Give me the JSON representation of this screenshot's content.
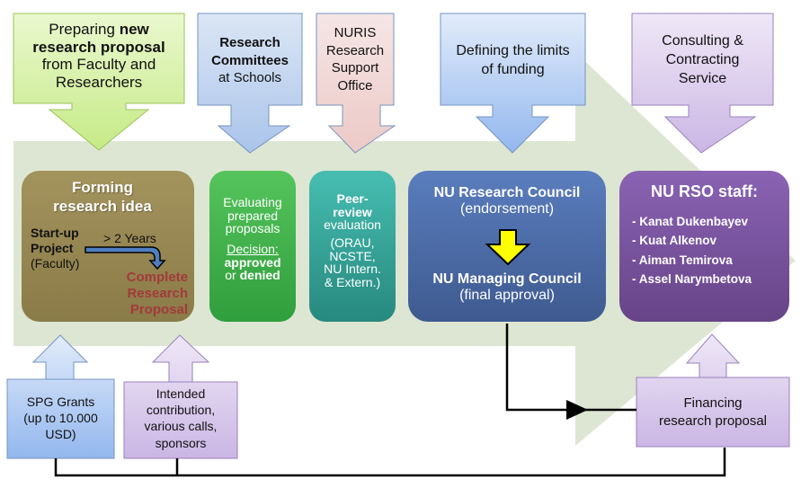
{
  "colors": {
    "main_arrow": "#dde6d2",
    "green_callout": "#d6f0a8",
    "blue_callout": "#c3d6ee",
    "pink_callout": "#f2d8d6",
    "purple_callout": "#ddd0ee",
    "forming_box": "#9a8a55",
    "evaluating_box": "#3fb24c",
    "peer_box": "#33a89e",
    "council_box": "#4a6aa8",
    "rso_box": "#7a55a0",
    "complete_text": "#a33a3a",
    "yellow_arrow": "#ffff00"
  },
  "top_callouts": [
    {
      "id": "preparing",
      "lines": [
        [
          "Preparing ",
          "new"
        ],
        [
          "research proposal"
        ],
        [
          "from Faculty and"
        ],
        [
          "Researchers"
        ]
      ]
    },
    {
      "id": "committees",
      "line1": "Research",
      "line2": "Committees",
      "line3": "at Schools"
    },
    {
      "id": "nuris",
      "lines": [
        "NURIS",
        "Research",
        "Support",
        "Office"
      ]
    },
    {
      "id": "funding",
      "lines": [
        "Defining the limits",
        "of funding"
      ]
    },
    {
      "id": "consulting",
      "lines": [
        "Consulting &",
        "Contracting",
        "Service"
      ]
    }
  ],
  "preparing": {
    "l1a": "Preparing ",
    "l1b": "new",
    "l2": "research proposal",
    "l3": "from Faculty and",
    "l4": "Researchers"
  },
  "committees": {
    "l1": "Research",
    "l2": "Committees",
    "l3": "at Schools"
  },
  "nuris": {
    "l1": "NURIS",
    "l2": "Research",
    "l3": "Support",
    "l4": "Office"
  },
  "funding": {
    "l1": "Defining the limits",
    "l2": "of funding"
  },
  "consulting": {
    "l1": "Consulting &",
    "l2": "Contracting",
    "l3": "Service"
  },
  "forming": {
    "title1": "Forming",
    "title2": "research idea",
    "startup1": "Start-up",
    "startup2": "Project",
    "faculty": "(Faculty)",
    "years": "> 2 Years",
    "complete1": "Complete",
    "complete2": "Research",
    "complete3": "Proposal"
  },
  "evaluating": {
    "l1": "Evaluating",
    "l2": "prepared",
    "l3": "proposals",
    "decision": "Decision:",
    "approved": "approved",
    "or": "or ",
    "denied": "denied"
  },
  "peer": {
    "l1": "Peer-",
    "l2": "review",
    "l3": "evaluation",
    "l4": "(ORAU,",
    "l5": "NCSTE,",
    "l6": "NU Intern.",
    "l7": "& Extern.)"
  },
  "council": {
    "research_title": "NU Research Council",
    "research_sub": "(endorsement)",
    "managing_title": "NU Managing Council",
    "managing_sub": "(final approval)"
  },
  "rso": {
    "title": "NU RSO staff:",
    "staff": [
      "- Kanat Dukenbayev",
      "- Kuat Alkenov",
      "- Aiman Temirova",
      "- Assel Narymbetova"
    ]
  },
  "spg": {
    "l1": "SPG Grants",
    "l2": "(up to 10.000",
    "l3": "USD)"
  },
  "intended": {
    "l1": "Intended",
    "l2": "contribution,",
    "l3": "various calls,",
    "l4": "sponsors"
  },
  "financing": {
    "l1": "Financing",
    "l2": "research proposal"
  }
}
